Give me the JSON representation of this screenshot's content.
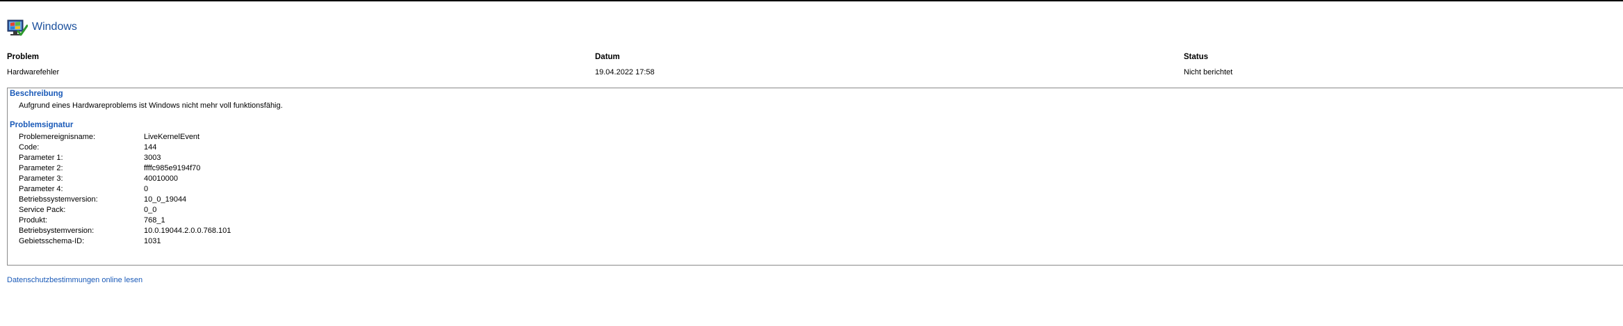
{
  "app": {
    "title": "Windows",
    "icon": "windows-flag-icon"
  },
  "summary": {
    "headers": {
      "problem": "Problem",
      "date": "Datum",
      "status": "Status"
    },
    "row": {
      "problem": "Hardwarefehler",
      "date": "19.04.2022 17:58",
      "status": "Nicht berichtet"
    }
  },
  "description": {
    "title": "Beschreibung",
    "text": "Aufgrund eines Hardwareproblems ist Windows nicht mehr voll funktionsfähig."
  },
  "signature": {
    "title": "Problemsignatur",
    "rows": [
      {
        "label": "Problemereignisname:",
        "value": "LiveKernelEvent"
      },
      {
        "label": "Code:",
        "value": "144"
      },
      {
        "label": "Parameter 1:",
        "value": "3003"
      },
      {
        "label": "Parameter 2:",
        "value": "ffffc985e9194f70"
      },
      {
        "label": "Parameter 3:",
        "value": "40010000"
      },
      {
        "label": "Parameter 4:",
        "value": "0"
      },
      {
        "label": "Betriebssystemversion:",
        "value": "10_0_19044"
      },
      {
        "label": "Service Pack:",
        "value": "0_0"
      },
      {
        "label": "Produkt:",
        "value": "768_1"
      },
      {
        "label": "Betriebsystemversion:",
        "value": "10.0.19044.2.0.0.768.101"
      },
      {
        "label": "Gebietsschema-ID:",
        "value": "1031"
      }
    ]
  },
  "privacy_link": "Datenschutzbestimmungen online lesen"
}
